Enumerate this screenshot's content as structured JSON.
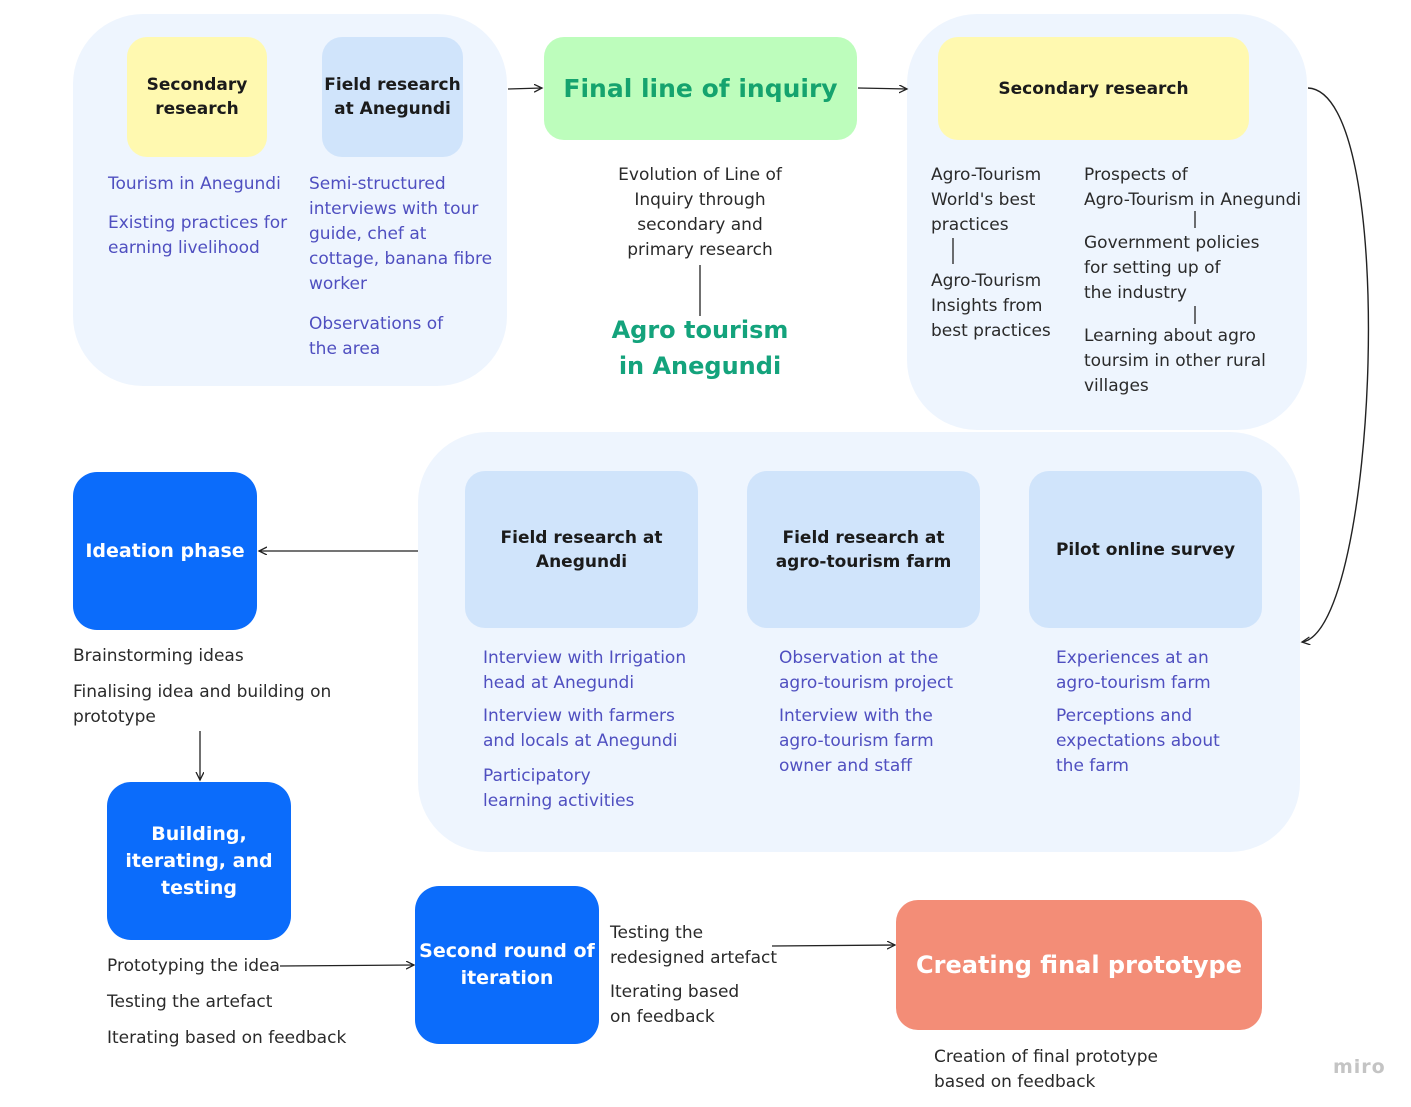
{
  "top_left": {
    "secondary_title": "Secondary\nresearch",
    "secondary_notes": [
      "Tourism in Anegundi",
      "Existing practices for\nearning livelihood"
    ],
    "field_title": "Field research\nat Anegundi",
    "field_notes": [
      "Semi-structured\ninterviews with tour\nguide, chef at\ncottage, banana fibre\nworker",
      "Observations of\nthe area"
    ]
  },
  "center_top": {
    "inquiry_title": "Final line of inquiry",
    "inquiry_note": "Evolution of Line of\nInquiry through\nsecondary and\nprimary research",
    "agro_title": "Agro tourism\nin Anegundi"
  },
  "top_right": {
    "secondary_title": "Secondary research",
    "left_col": [
      "Agro-Tourism\nWorld's best\npractices",
      "Agro-Tourism\nInsights from\nbest practices"
    ],
    "right_col": [
      "Prospects of\nAgro-Tourism in Anegundi",
      "Government policies\nfor setting up of\nthe industry",
      "Learning about agro\ntoursim in other rural\nvillages"
    ]
  },
  "middle": {
    "field_anegundi_title": "Field research at\nAnegundi",
    "field_anegundi_notes": [
      "Interview with Irrigation\nhead at Anegundi",
      "Interview with farmers\nand locals at Anegundi",
      "Participatory\nlearning activities"
    ],
    "field_farm_title": "Field research at\nagro-tourism farm",
    "field_farm_notes": [
      "Observation at the\nagro-tourism project",
      "Interview with the\nagro-tourism farm\nowner and staff"
    ],
    "survey_title": "Pilot online survey",
    "survey_notes": [
      "Experiences at an\nagro-tourism farm",
      "Perceptions and\nexpectations about\nthe farm"
    ]
  },
  "ideation": {
    "title": "Ideation phase",
    "notes": [
      "Brainstorming ideas",
      "Finalising idea and building on\nprototype"
    ]
  },
  "building": {
    "title": "Building,\niterating, and\ntesting",
    "notes": [
      "Prototyping the idea",
      "Testing the artefact",
      "Iterating based on feedback"
    ]
  },
  "second_round": {
    "title": "Second round of\niteration",
    "notes": [
      "Testing the\nredesigned artefact",
      "Iterating based\non feedback"
    ]
  },
  "final_prototype": {
    "title": "Creating final prototype",
    "note": "Creation of final prototype\nbased on feedback"
  },
  "watermark": "miro",
  "colors": {
    "group_bg": "#eef5fe",
    "yellow": "#fff9b0",
    "light_blue": "#d0e4fb",
    "green": "#bdfdbc",
    "blue": "#0b6cfb",
    "salmon": "#f38d77",
    "note_purple": "#4f4fc0"
  }
}
